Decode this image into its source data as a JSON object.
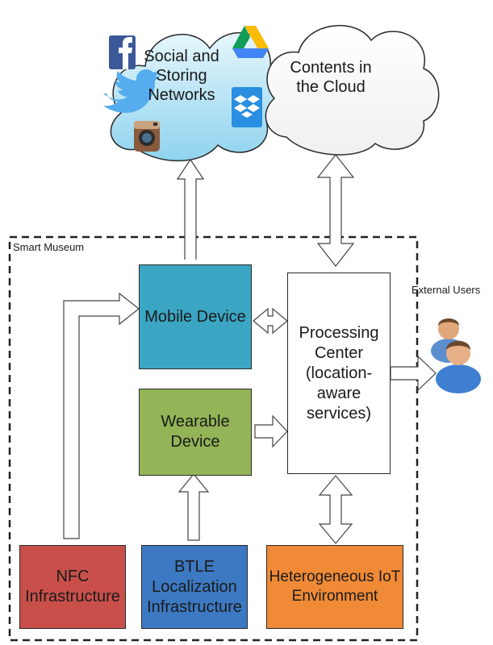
{
  "cloud_social": {
    "label": "Social and\nStoring\nNetworks"
  },
  "cloud_contents": {
    "label": "Contents in\nthe Cloud"
  },
  "museum": {
    "label": "Smart Museum"
  },
  "boxes": {
    "mobile": {
      "label": "Mobile Device",
      "color": "#3aa6c4"
    },
    "wearable": {
      "label": "Wearable\nDevice",
      "color": "#93b457"
    },
    "processing": {
      "label": "Processing\nCenter\n(location-\naware\nservices)",
      "color": "#ffffff"
    },
    "nfc": {
      "label": "NFC\nInfrastructure",
      "color": "#c9504a"
    },
    "btle": {
      "label": "BTLE\nLocalization\nInfrastructure",
      "color": "#3c79c2"
    },
    "iot": {
      "label": "Heterogeneous IoT\nEnvironment",
      "color": "#f08a36"
    }
  },
  "external_users": {
    "label": "External Users"
  },
  "icons": [
    "facebook-icon",
    "twitter-icon",
    "instagram-icon",
    "google-drive-icon",
    "dropbox-icon",
    "users-icon"
  ]
}
